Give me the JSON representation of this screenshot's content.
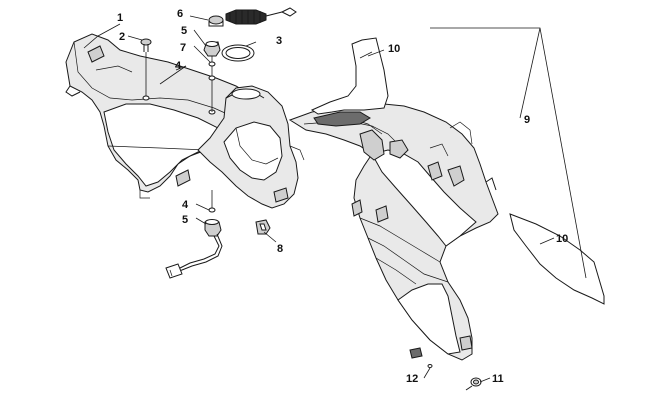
{
  "callouts": {
    "c1": "1",
    "c2": "2",
    "c3": "3",
    "c4a": "4",
    "c4b": "4",
    "c5a": "5",
    "c5b": "5",
    "c6": "6",
    "c7": "7",
    "c8": "8",
    "c9": "9",
    "c10a": "10",
    "c10b": "10",
    "c11": "11",
    "c12": "12"
  }
}
